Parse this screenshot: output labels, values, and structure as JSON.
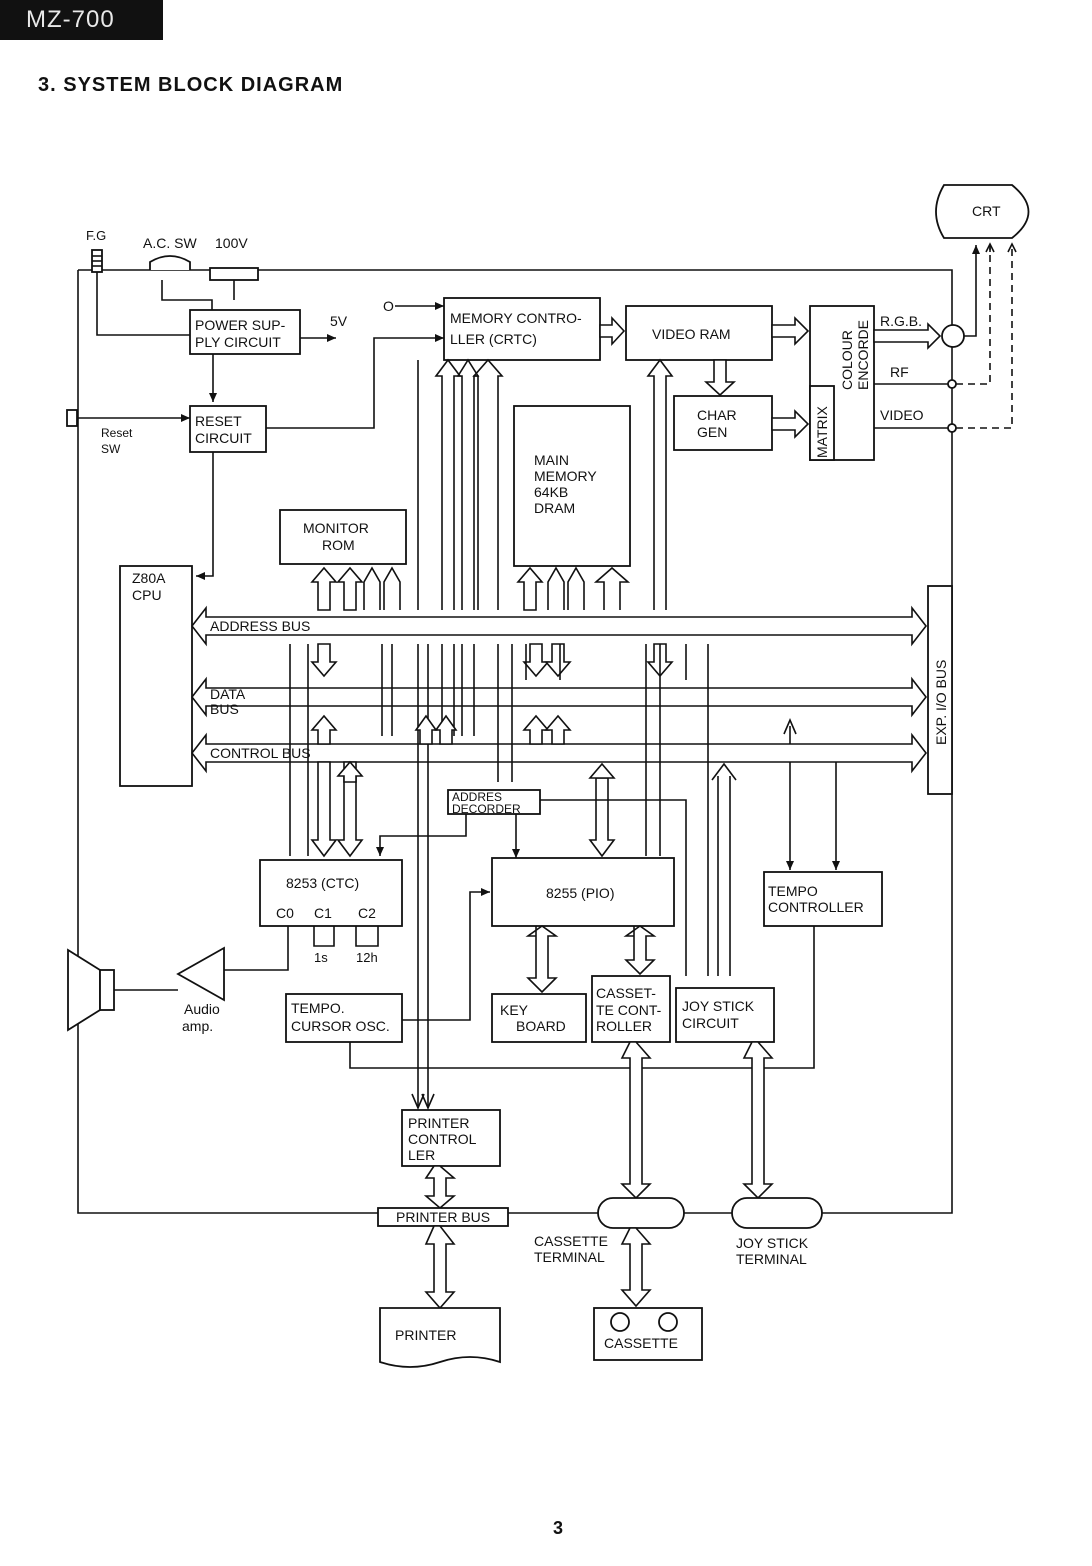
{
  "header": {
    "model_tag": "MZ-700",
    "section_title": "3.  SYSTEM BLOCK DIAGRAM",
    "page_number": "3"
  },
  "diagram": {
    "top": {
      "fg": "F.G",
      "ac_sw": "A.C. SW",
      "v100": "100V",
      "v5": "5V",
      "osc_in": "O",
      "reset_sw_1": "Reset",
      "reset_sw_2": "SW"
    },
    "blocks": {
      "power_1": "POWER SUP-",
      "power_2": "PLY CIRCUIT",
      "reset_1": "RESET",
      "reset_2": "CIRCUIT",
      "memctl_1": "MEMORY CONTRO-",
      "memctl_2": "LLER (CRTC)",
      "vram": "VIDEO RAM",
      "chargen_1": "CHAR",
      "chargen_2": "GEN",
      "colour_1": "COLOUR",
      "colour_2": "ENCORDE",
      "matrix": "MATRIX",
      "crt": "CRT",
      "rgb": "R.G.B.",
      "rf": "RF",
      "video": "VIDEO",
      "mainmem_1": "MAIN",
      "mainmem_2": "MEMORY",
      "mainmem_3": "64KB",
      "mainmem_4": "DRAM",
      "monitor_1": "MONITOR",
      "monitor_2": "ROM",
      "cpu_1": "Z80A",
      "cpu_2": "CPU",
      "expio": "EXP. I/O BUS",
      "ctc": "8253 (CTC)",
      "c0": "C0",
      "c1": "C1",
      "c2": "C2",
      "t1s": "1s",
      "t12h": "12h",
      "pio": "8255 (PIO)",
      "decoder_1": "ADDRES",
      "decoder_2": "DECORDER",
      "tempo_ctl_1": "TEMPO",
      "tempo_ctl_2": "CONTROLLER",
      "audio_1": "Audio",
      "audio_2": "amp.",
      "tempo_osc_1": "TEMPO.",
      "tempo_osc_2": "CURSOR OSC.",
      "keyboard_1": "KEY",
      "keyboard_2": "BOARD",
      "cassctl_1": "CASSET-",
      "cassctl_2": "TE CONT-",
      "cassctl_3": "ROLLER",
      "joystick_1": "JOY STICK",
      "joystick_2": "CIRCUIT",
      "printer_ctl_1": "PRINTER",
      "printer_ctl_2": "CONTROL",
      "printer_ctl_3": "LER",
      "printer_bus": "PRINTER BUS",
      "cass_term_1": "CASSETTE",
      "cass_term_2": "TERMINAL",
      "joy_term_1": "JOY STICK",
      "joy_term_2": "TERMINAL",
      "printer": "PRINTER",
      "cassette": "CASSETTE"
    },
    "buses": {
      "address": "ADDRESS BUS",
      "data_1": "DATA",
      "data_2": "BUS",
      "control": "CONTROL BUS"
    }
  }
}
